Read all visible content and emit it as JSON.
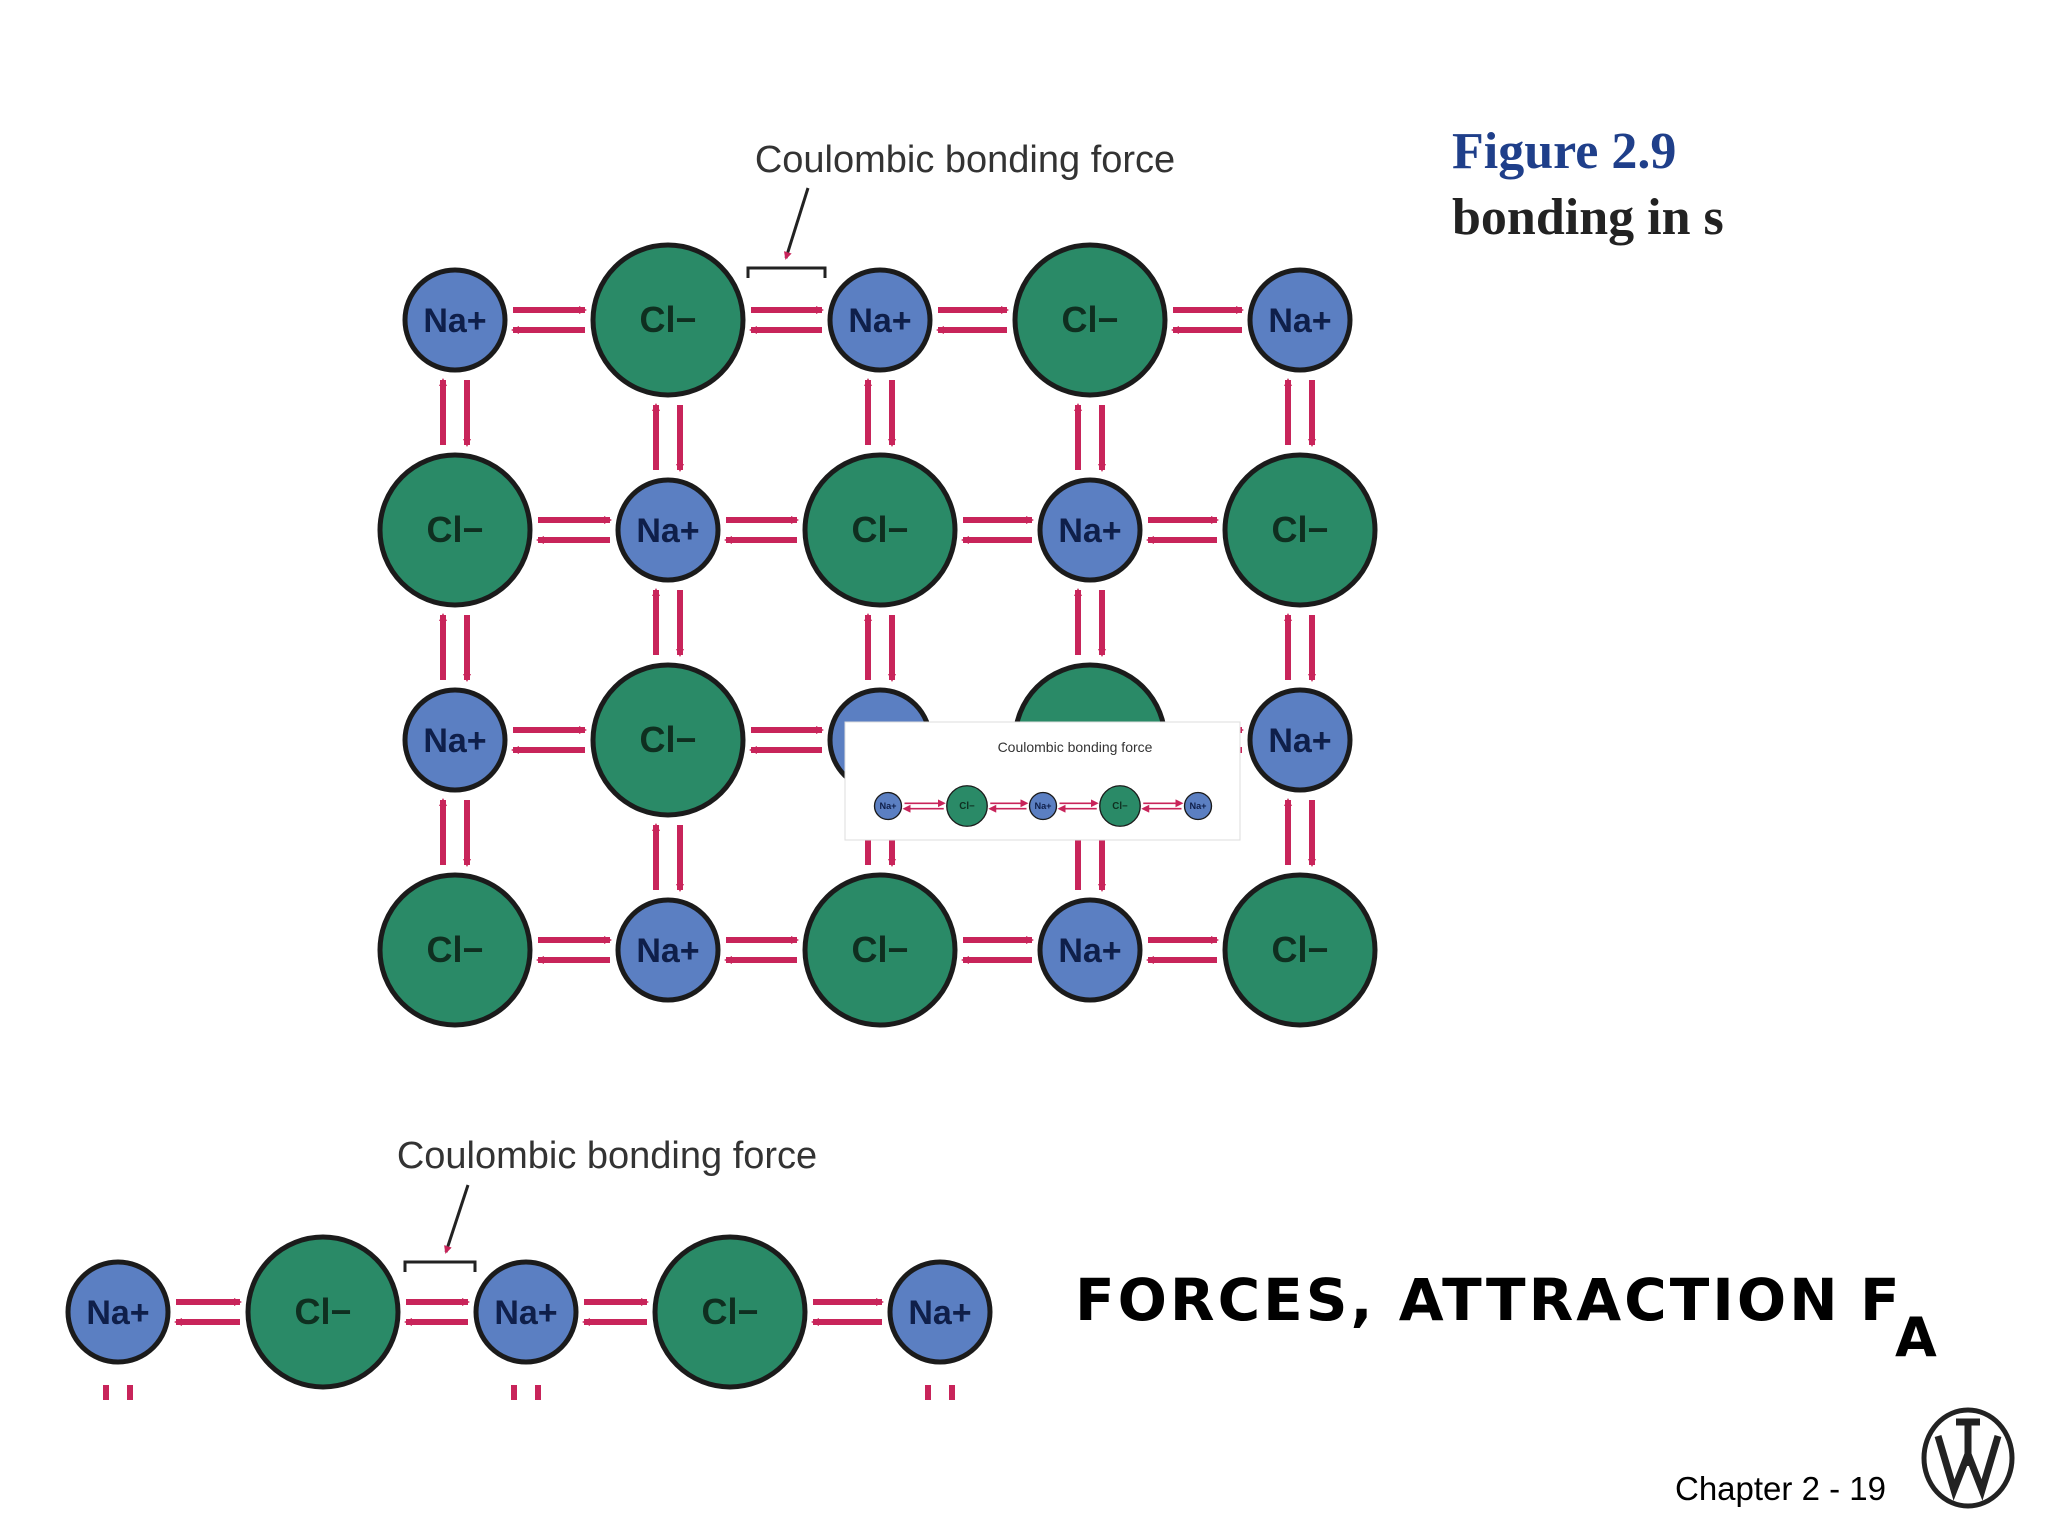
{
  "figure": {
    "title": "Figure 2.9",
    "caption": "bonding in s",
    "force_label": "Coulombic bonding force",
    "lattice_rows": [
      [
        "Na+",
        "Cl−",
        "Na+",
        "Cl−",
        "Na+"
      ],
      [
        "Cl−",
        "Na+",
        "Cl−",
        "Na+",
        "Cl−"
      ],
      [
        "Na+",
        "Cl−",
        "Na+",
        "Cl−",
        "Na+"
      ],
      [
        "Cl−",
        "Na+",
        "Cl−",
        "Na+",
        "Cl−"
      ]
    ],
    "chain": [
      "Na+",
      "Cl−",
      "Na+",
      "Cl−",
      "Na+"
    ]
  },
  "inset": {
    "force_label": "Coulombic bonding force",
    "chain": [
      "Na+",
      "Cl−",
      "Na+",
      "Cl−",
      "Na+"
    ]
  },
  "heading": {
    "text": "FORCES, ATTRACTION",
    "symbol": "F",
    "subscript": "A"
  },
  "footer": {
    "chapter": "Chapter 2 - 19"
  },
  "colors": {
    "na": "#5b7fc2",
    "cl": "#2a8a67",
    "arrow": "#c8245a",
    "outline": "#1b1b1b"
  },
  "logo": {
    "icon": "wiley-logo-icon"
  }
}
